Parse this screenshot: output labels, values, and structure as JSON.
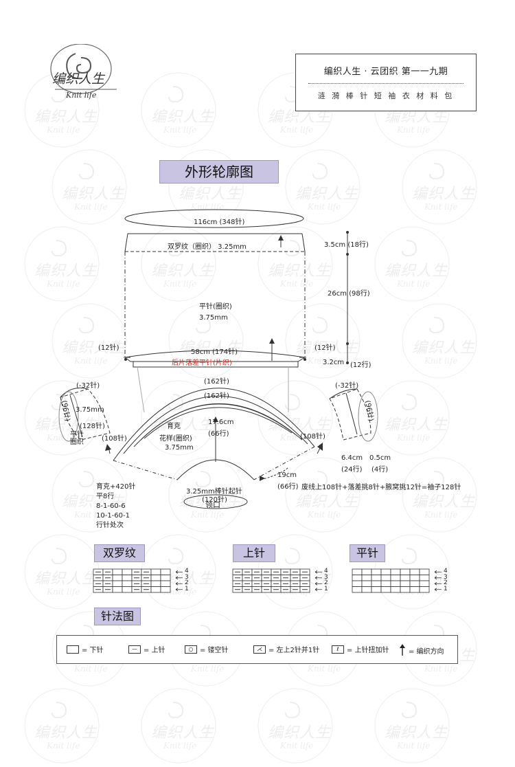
{
  "watermark": {
    "text_cn": "编织人生",
    "text_en": "Knit life"
  },
  "logo": {
    "text_cn": "编织人生",
    "text_en": "Knit life"
  },
  "header": {
    "title": "编织人生 · 云团织    第一一九期",
    "subtitle": "涟 漪    棒 针 短 袖 衣 材 料 包"
  },
  "outline_title": "外形轮廓图",
  "body": {
    "width_label": "116cm (348针)",
    "rib_label": "双罗纹（圈织）  3.25mm",
    "rib_height": "3.5cm (18行)",
    "body_height": "26cm (98行)",
    "stitch_name": "平针(圈织)",
    "needle": "3.75mm",
    "side_left": "(12针)",
    "side_right": "(12针)",
    "bottom_width": "58cm (174针)",
    "back_drop": "后片落差平针(片织)",
    "drop_height": "3.2cm",
    "drop_rows": "(12行)"
  },
  "yoke": {
    "outer": "(162针)",
    "inner": "(162针)",
    "name": "育克",
    "pattern": "花样(圈织)",
    "needle": "3.75mm",
    "height": "17.6cm",
    "height_rows": "(66行)",
    "left_edge": "(108针)",
    "right_edge": "(108针)",
    "side_rows": "19cm",
    "side_rows_count": "(66行)",
    "cast_on": "3.25mm棒针起针",
    "cast_on_sts": "(120针)",
    "neck": "领口",
    "notes": [
      "育克+420针",
      "平8行",
      "8-1-60-6",
      "10-1-60-1",
      "行针处次"
    ]
  },
  "left_sleeve": {
    "dec": "(-32针)",
    "sts": "(96针)",
    "needle": "3.75mm",
    "sts2": "(128针)",
    "stitch": "平针",
    "mode": "圈织"
  },
  "right_sleeve": {
    "dec": "(-32针)",
    "sts": "(96针)",
    "len1": "6.4cm",
    "rows1": "(24行)",
    "len2": "0.5cm",
    "rows2": "(4行)",
    "formula": "废线上108针+落差挑8针+腋窝挑12针=袖子128针"
  },
  "charts": [
    {
      "title": "双罗纹",
      "symbols": "rib"
    },
    {
      "title": "上针",
      "symbols": "purl"
    },
    {
      "title": "平针",
      "symbols": "knit"
    }
  ],
  "row_numbers": [
    "4",
    "3",
    "2",
    "1"
  ],
  "legend_title": "针法图",
  "legend": [
    {
      "symbol": "knit-box",
      "label": "= 下针"
    },
    {
      "symbol": "purl-bar",
      "label": "= 上针"
    },
    {
      "symbol": "yarn-over",
      "label": "= 镂空针"
    },
    {
      "symbol": "k2tog-left",
      "label": "= 左上2针并1针"
    },
    {
      "symbol": "purl-twist-inc",
      "label": "= 上针扭加针"
    },
    {
      "symbol": "arrow-up",
      "label": "= 编织方向"
    }
  ],
  "colors": {
    "accent": "#c9c4e2",
    "red": "#e0271f",
    "line": "#333333"
  }
}
